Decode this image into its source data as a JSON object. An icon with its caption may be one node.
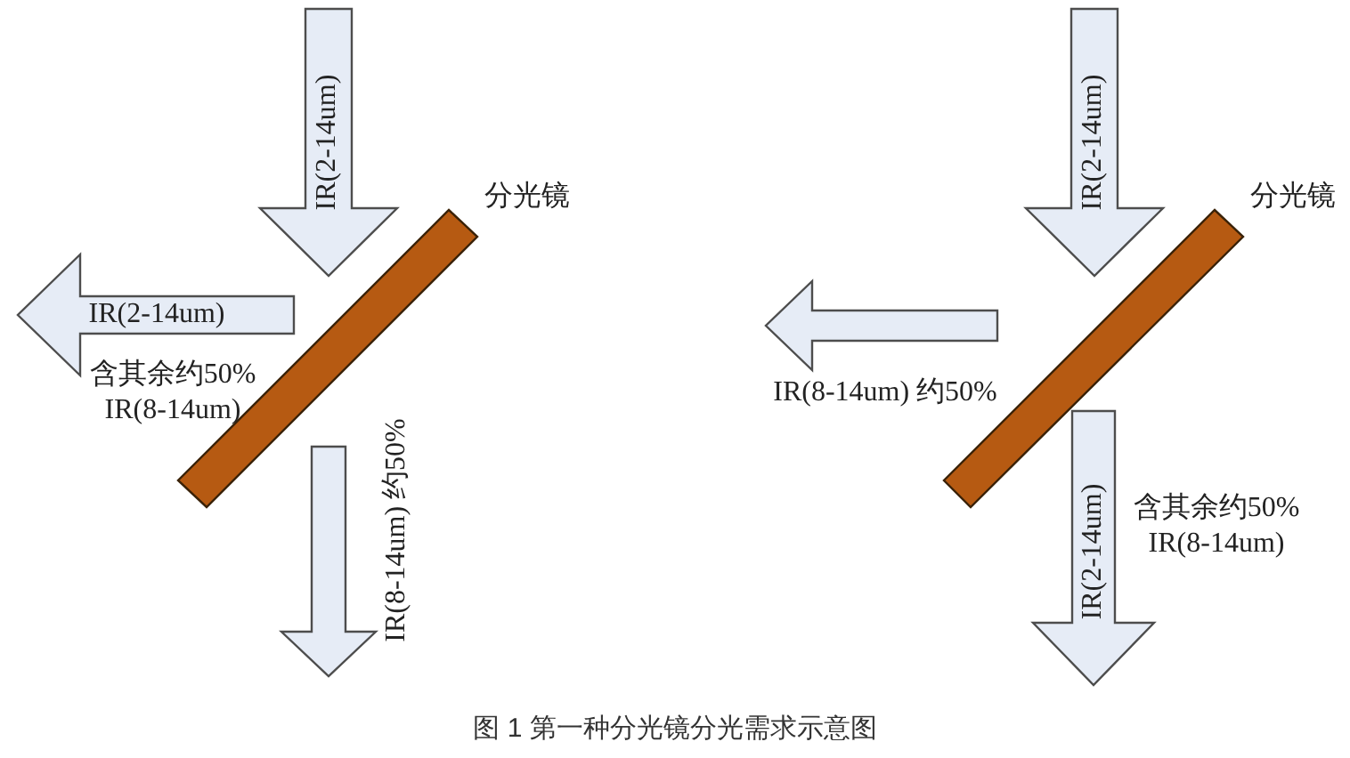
{
  "diagram": {
    "caption": "图 1 第一种分光镜分光需求示意图",
    "nodes": [
      {
        "text": [
          "IR(2-14um)"
        ]
      },
      {
        "text": [],
        "shape": "bar",
        "beside": [
          "分光镜"
        ]
      },
      {
        "text": [
          "IR(2-14um)"
        ],
        "beside": [
          "含其余约50% IR(8-14um)"
        ]
      },
      {
        "text": [],
        "shape": "arrow",
        "beside": [
          "IR(8-14um) 约50%"
        ]
      },
      {
        "text": [
          "IR(2-14um)"
        ]
      },
      {
        "text": [],
        "shape": "bar",
        "beside": [
          "分光镜"
        ]
      },
      {
        "text": [],
        "shape": "arrow",
        "beside": [
          "IR(8-14um) 约50%"
        ]
      },
      {
        "text": [
          "IR(2-14um)"
        ],
        "beside": [
          "含其余约50% IR(8-14um)"
        ]
      }
    ]
  }
}
